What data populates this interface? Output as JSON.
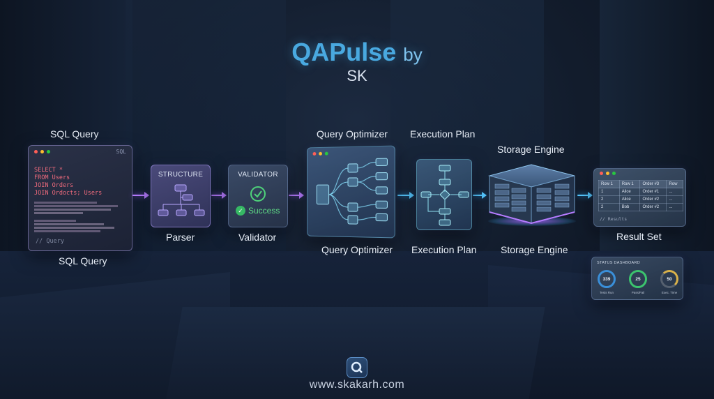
{
  "header": {
    "title": "QAPulse",
    "title_by": "by",
    "subtitle": "SK"
  },
  "colors": {
    "title_accent": "#49a9e0",
    "success": "#4fd27a",
    "arrow_purple": "#b77cff",
    "arrow_cyan": "#55c8ff"
  },
  "stages": {
    "sql_query": {
      "top_label": "SQL Query",
      "bottom_label": "SQL Query",
      "tag": "SQL",
      "code": [
        "SELECT *",
        "  FROM Users",
        "  JOIN Orders",
        "  JOIN Ordocts; Users"
      ],
      "comment": "// Query"
    },
    "parser": {
      "header": "STRUCTURE",
      "label": "Parser"
    },
    "validator": {
      "header": "VALIDATOR",
      "status": "Success",
      "label": "Validator"
    },
    "optimizer": {
      "top_label": "Query Optimizer",
      "bottom_label": "Query Optimizer"
    },
    "execution_plan": {
      "top_label": "Execution Plan",
      "bottom_label": "Execution Plan"
    },
    "storage_engine": {
      "top_label": "Storage Engine",
      "bottom_label": "Storage Engine"
    },
    "result_set": {
      "label": "Result Set",
      "columns": [
        "Row 1",
        "Row 1",
        "Order #3",
        "Row"
      ],
      "rows": [
        [
          "1",
          "Alice",
          "Order #1",
          "..."
        ],
        [
          "2",
          "Alice",
          "Order #2",
          "..."
        ],
        [
          "2",
          "Bob",
          "Order #2",
          "..."
        ]
      ],
      "comment": "// Results"
    }
  },
  "status_dashboard": {
    "title": "STATUS DASHBOARD",
    "gauges": [
      {
        "value": "339",
        "label": "Tests Run",
        "color": "#3a8fd9"
      },
      {
        "value": "25",
        "label": "Pass/Fail",
        "color": "#3cc46e"
      },
      {
        "value": "50",
        "label": "Exec. Time",
        "color": "#d9b14a"
      }
    ]
  },
  "footer": {
    "website": "www.skakarh.com"
  }
}
